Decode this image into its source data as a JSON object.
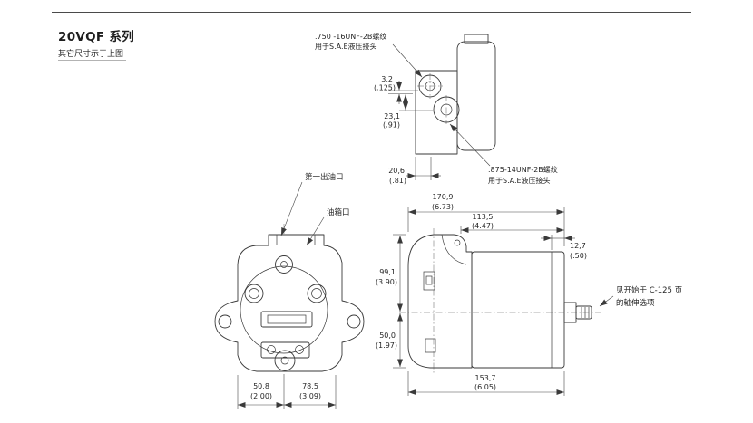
{
  "ink_color": "#3a3a3a",
  "page": {
    "title": "20VQF 系列",
    "subtitle": "其它尺寸示于上图"
  },
  "port_detail": {
    "top_thread_label_line1": ".750 -16UNF-2B螺纹",
    "top_thread_label_line2": "用于S.A.E液压接头",
    "bottom_thread_label_line1": ".875-14UNF-2B螺纹",
    "bottom_thread_label_line2": "用于S.A.E液压接头",
    "gap_mm": "3,2",
    "gap_in": "(.125)",
    "port_offset_mm": "23,1",
    "port_offset_in": "(.91)",
    "boss_width_mm": "20,6",
    "boss_width_in": "(.81)"
  },
  "front_view": {
    "first_outlet_label": "第一出油口",
    "tank_port_label": "油箱口",
    "bolt_span_mm": "50,8",
    "bolt_span_in": "(2.00)",
    "body_span_mm": "78,5",
    "body_span_in": "(3.09)"
  },
  "side_view": {
    "overall_length_mm": "170,9",
    "overall_length_in": "(6.73)",
    "body_length_mm": "113,5",
    "body_length_in": "(4.47)",
    "cap_thickness_mm": "12,7",
    "cap_thickness_in": "(.50)",
    "height_above_cl_mm": "99,1",
    "height_above_cl_in": "(3.90)",
    "height_below_cl_mm": "50,0",
    "height_below_cl_in": "(1.97)",
    "mount_length_mm": "153,7",
    "mount_length_in": "(6.05)",
    "shaft_note_line1": "见开始于 C-125 页",
    "shaft_note_line2": "的轴伸选项"
  }
}
